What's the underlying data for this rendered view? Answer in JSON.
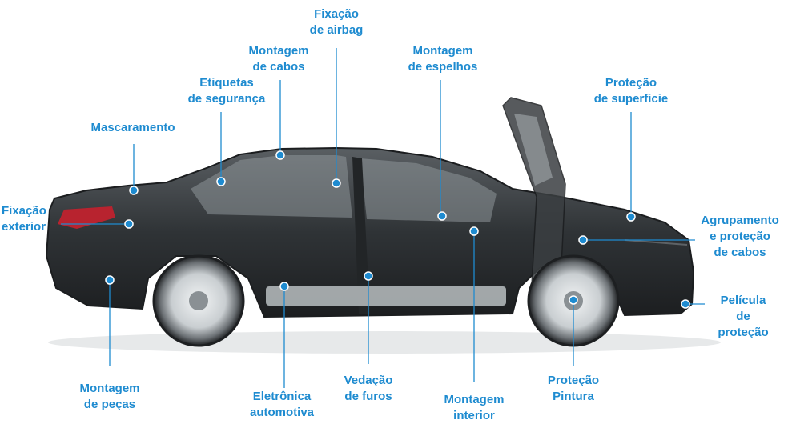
{
  "colors": {
    "accent": "#1e8bd0",
    "car_body": "#2e3134",
    "background": "#ffffff"
  },
  "labels": {
    "fixacao_airbag": "Fixação\nde airbag",
    "montagem_cabos": "Montagem\nde cabos",
    "etiquetas_seguranca": "Etiquetas\nde segurança",
    "montagem_espelhos": "Montagem\nde espelhos",
    "protecao_superficie": "Proteção\nde superficie",
    "mascaramento": "Mascaramento",
    "fixacao_exterior": "Fixação\nexterior",
    "agrupamento_cabos": "Agrupamento\ne proteção\nde cabos",
    "pelicula_protecao": "Película de\nproteção",
    "montagem_pecas": "Montagem\nde peças",
    "eletronica_automotiva": "Eletrônica\nautomotiva",
    "vedacao_furos": "Vedação\nde furos",
    "montagem_interior": "Montagem\ninterior",
    "protecao_pintura": "Proteção\nPintura"
  }
}
